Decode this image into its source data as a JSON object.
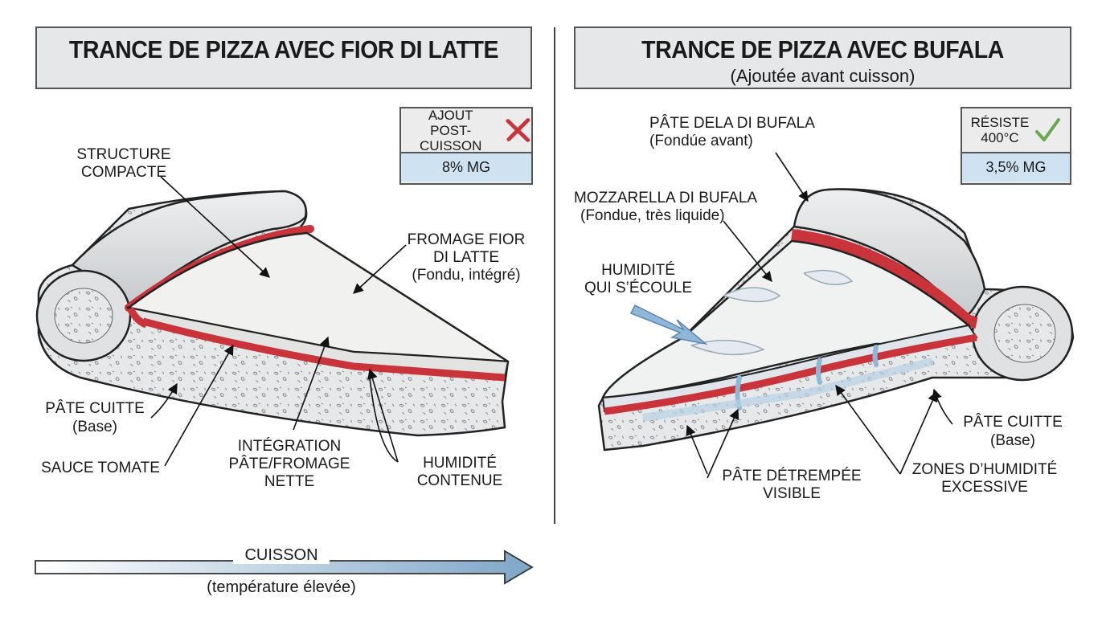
{
  "left": {
    "title": "TRANCE DE PIZZA AVEC FIOR DI LATTE",
    "badge": {
      "line1": "AJOUT",
      "line2": "POST-CUISSON",
      "status_icon": "cross-icon",
      "value": "8% MG"
    },
    "labels": {
      "structure": "STRUCTURE\nCOMPACTE",
      "fromage": "FROMAGE FIOR\nDI LATTE",
      "fromage_note": "(Fondu, intégré)",
      "pate_cuite": "PÂTE CUITTE",
      "pate_cuite_note": "(Base)",
      "sauce": "SAUCE TOMATE",
      "integration": "INTÉGRATION\nPÂTE/FROMAGE\nNETTE",
      "humidite": "HUMIDITÉ\nCONTENUE"
    }
  },
  "right": {
    "title": "TRANCE DE PIZZA AVEC BUFALA",
    "subtitle": "(Ajoutée avant cuisson)",
    "badge": {
      "line1": "RÉSISTE",
      "line2": "400°C",
      "status_icon": "check-icon",
      "value": "3,5% MG"
    },
    "labels": {
      "pate_dela": "PÂTE DELA DI BUFALA",
      "pate_dela_note": "(Fondúe avant)",
      "mozzarella": "MOZZARELLA DI BUFALA",
      "mozzarella_note": "(Fondue, très liquide)",
      "humidite": "HUMIDITÉ\nQUI S’ÉCOULE",
      "pate_cuite": "PÂTE CUITTE",
      "pate_cuite_note": "(Base)",
      "detrempee": "PÂTE DÉTREMPÉE\nVISIBLE",
      "zones": "ZONES D’HUMIDITÉ\nEXCESSIVE"
    }
  },
  "arrow": {
    "label": "CUISSON",
    "sublabel": "(température élevée)"
  },
  "colors": {
    "sauce": "#c9333a",
    "cheese": "#f1f2ef",
    "crust": "#d9dcdf",
    "moisture": "#8fb7d8",
    "box": "#e6e7e8",
    "badge_value": "#cfe2f1"
  }
}
